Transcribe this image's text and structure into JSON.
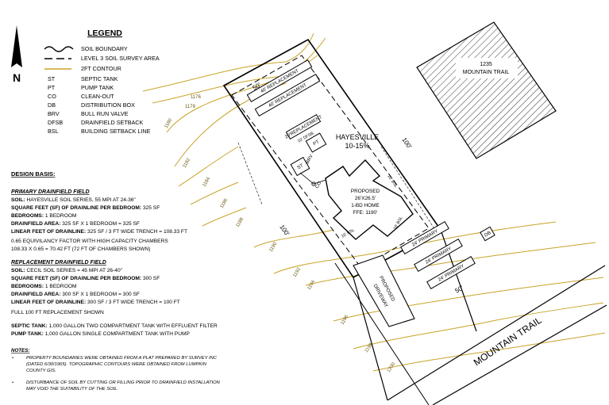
{
  "legend": {
    "title": "LEGEND",
    "items": [
      {
        "symbol": "wave",
        "label": "SOIL BOUNDARY"
      },
      {
        "symbol": "dash",
        "label": "LEVEL 3 SOIL SURVEY AREA"
      },
      {
        "symbol": "contour",
        "label": "2FT CONTOUR"
      },
      {
        "symbol": "ST",
        "label": "SEPTIC TANK"
      },
      {
        "symbol": "PT",
        "label": "PUMP TANK"
      },
      {
        "symbol": "CO",
        "label": "CLEAN-OUT"
      },
      {
        "symbol": "DB",
        "label": "DISTRIBUTION BOX"
      },
      {
        "symbol": "BRV",
        "label": "BULL RUN VALVE"
      },
      {
        "symbol": "DFSB",
        "label": "DRAINFIELD SETBACK"
      },
      {
        "symbol": "BSL",
        "label": "BUILDING SETBACK LINE"
      }
    ],
    "north": "N"
  },
  "design_basis": {
    "heading": "DESIGN BASIS:",
    "primary": {
      "heading": "PRIMARY DRAINFIELD FIELD",
      "soil_label": "SOIL:",
      "soil": "HAYESVILLE SOIL SERIES, 55 MPI AT 24-36\"",
      "sqft_label": "SQUARE FEET (SF) OF DRAINLINE PER BEDROOM:",
      "sqft": "325 SF",
      "bedrooms_label": "BEDROOMS:",
      "bedrooms": "1 BEDROOM",
      "area_label": "DRAINFIELD AREA:",
      "area": "325 SF X 1 BEDROOM = 325 SF",
      "linear_label": "LINEAR FEET OF DRAINLINE:",
      "linear": "325 SF / 3 FT WIDE TRENCH = 108.33 FT",
      "factor": "0.65 EQUIVILANCY FACTOR WITH HIGH CAPACITY CHAMBERS",
      "factor_calc": "108.33 X 0.65 = 70.42 FT (72 FT OF CHAMBERS SHOWN)"
    },
    "replacement": {
      "heading": "REPLACEMENT DRAINFIELD FIELD",
      "soil_label": "SOIL:",
      "soil": "CECIL SOIL SERIES = 45 MPI AT 26-40\"",
      "sqft_label": "SQUARE FEET (SF) OF DRAINLINE PER BEDROOM:",
      "sqft": "300 SF",
      "bedrooms_label": "BEDROOMS:",
      "bedrooms": "1 BEDROOM",
      "area_label": "DRAINFIELD AREA:",
      "area": "300 SF X 1 BEDROOM = 300 SF",
      "linear_label": "LINEAR FEET OF DRAINLINE:",
      "linear": "300 SF / 3 FT WIDE TRENCH = 100 FT",
      "shown": "FULL 100 FT REPLACEMENT SHOWN"
    },
    "septic_label": "SEPTIC TANK:",
    "septic": "1,000 GALLON TWO COMPARTMENT TANK WITH EFFLUENT FILTER",
    "pump_label": "PUMP TANK:",
    "pump": "1,000 GALLON SINGLE COMPARTMENT TANK WITH PUMP"
  },
  "notes": {
    "heading": "NOTES:",
    "note1": [
      "PROPERTY BOUNDARIES WERE OBTAINED FROM A PLAT PREPARED BY SURVEY INC",
      "(DATED 6/30/1965). TOPOGRAPHIC CONTOURS WERE OBTAINED FROM LUMPKIN",
      "COUNTY GIS."
    ],
    "note2": [
      "DISTURBANCE OF SOIL BY CUTTING OR FILLING PRIOR TO DRAINFIELD INSTALLATION",
      "MAY VOID THE SUITABILITY OF THE SOIL."
    ],
    "bullet": "•"
  },
  "site": {
    "neighbor": [
      "1235",
      "MOUNTAIN TRAIL"
    ],
    "road": "MOUNTAIN TRAIL",
    "soil_zone": [
      "HAYESVILLE",
      "10-15%"
    ],
    "home": [
      "PROPOSED",
      "26'X26.5'",
      "1-BD HOME",
      "FFE: 1190'"
    ],
    "driveway": [
      "PROPOSED",
      "DRIVEWAY"
    ],
    "replacement_labels": [
      "40' REPLACEMENT",
      "40' REPLACEMENT",
      "20'REPLACEMENT"
    ],
    "primary_labels": [
      "24' PRIMARY",
      "24' PRIMARY",
      "24' PRIMARY"
    ],
    "dims": {
      "top": "50'",
      "right": "100'",
      "left": "100'",
      "bottom": "50'"
    },
    "small_labels": {
      "st": "ST",
      "pt": "PT",
      "co": "CO",
      "brv": "BRV",
      "db": "DB",
      "dfsb": "10' DFSB",
      "bsl": "10' BSL"
    },
    "contours": [
      "1176",
      "1178",
      "1180",
      "1182",
      "1184",
      "1186",
      "1188",
      "1190",
      "1192",
      "1194",
      "1196",
      "1198",
      "1200"
    ]
  },
  "colors": {
    "contour": "#c8a428",
    "ink": "#000000"
  }
}
